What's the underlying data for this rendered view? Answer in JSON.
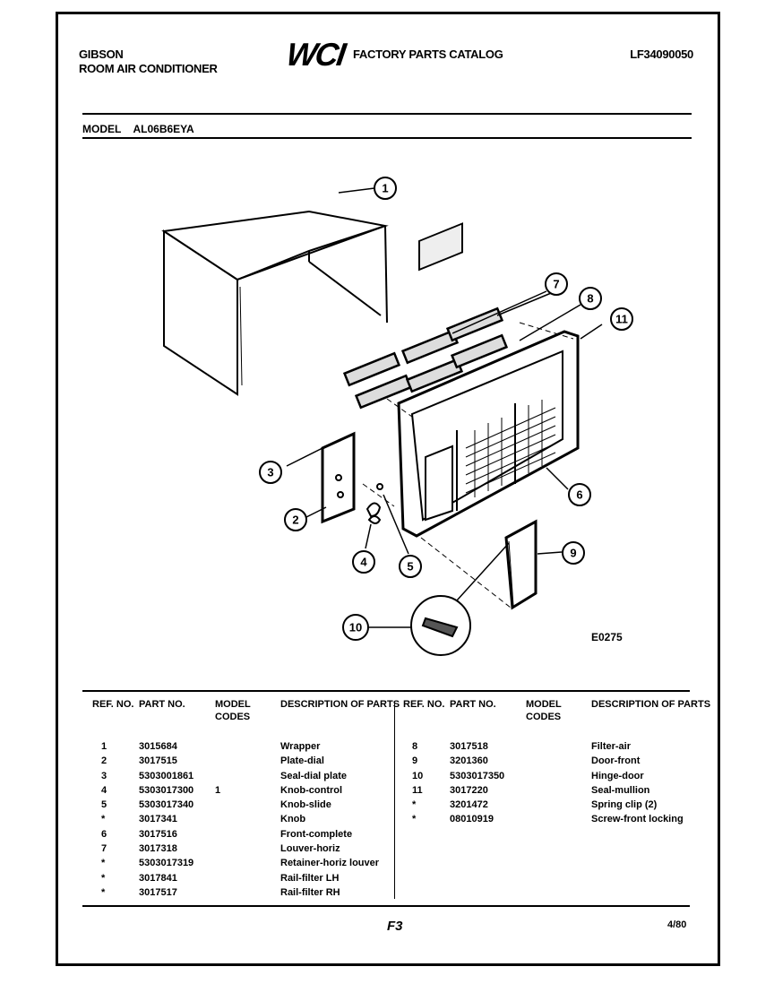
{
  "header": {
    "brand": "GIBSON",
    "product": "ROOM AIR CONDITIONER",
    "logo_text": "WCI",
    "catalog_title": "FACTORY PARTS CATALOG",
    "catalog_number": "LF34090050"
  },
  "model": {
    "label": "MODEL",
    "value": "AL06B6EYA"
  },
  "diagram": {
    "callouts": [
      "1",
      "2",
      "3",
      "4",
      "5",
      "6",
      "7",
      "8",
      "9",
      "10",
      "11"
    ],
    "drawing_code": "E0275"
  },
  "table": {
    "headers": {
      "ref": "REF. NO.",
      "part": "PART NO.",
      "model": "MODEL CODES",
      "desc": "DESCRIPTION OF PARTS"
    },
    "left_rows": [
      {
        "ref": "1",
        "part": "3015684",
        "model": "",
        "desc": "Wrapper"
      },
      {
        "ref": "2",
        "part": "3017515",
        "model": "",
        "desc": "Plate-dial"
      },
      {
        "ref": "3",
        "part": "5303001861",
        "model": "",
        "desc": "Seal-dial plate"
      },
      {
        "ref": "4",
        "part": "5303017300",
        "model": "1",
        "desc": "Knob-control"
      },
      {
        "ref": "5",
        "part": "5303017340",
        "model": "",
        "desc": "Knob-slide"
      },
      {
        "ref": "*",
        "part": "3017341",
        "model": "",
        "desc": "Knob"
      },
      {
        "ref": "6",
        "part": "3017516",
        "model": "",
        "desc": "Front-complete"
      },
      {
        "ref": "7",
        "part": "3017318",
        "model": "",
        "desc": "Louver-horiz"
      },
      {
        "ref": "*",
        "part": "5303017319",
        "model": "",
        "desc": "Retainer-horiz louver"
      },
      {
        "ref": "*",
        "part": "3017841",
        "model": "",
        "desc": "Rail-filter LH"
      },
      {
        "ref": "*",
        "part": "3017517",
        "model": "",
        "desc": "Rail-filter RH"
      }
    ],
    "right_rows": [
      {
        "ref": "8",
        "part": "3017518",
        "model": "",
        "desc": "Filter-air"
      },
      {
        "ref": "9",
        "part": "3201360",
        "model": "",
        "desc": "Door-front"
      },
      {
        "ref": "10",
        "part": "5303017350",
        "model": "",
        "desc": "Hinge-door"
      },
      {
        "ref": "11",
        "part": "3017220",
        "model": "",
        "desc": "Seal-mullion"
      },
      {
        "ref": "*",
        "part": "3201472",
        "model": "",
        "desc": "Spring clip (2)"
      },
      {
        "ref": "*",
        "part": "08010919",
        "model": "",
        "desc": "Screw-front locking"
      }
    ]
  },
  "footer": {
    "page": "F3",
    "date": "4/80"
  }
}
